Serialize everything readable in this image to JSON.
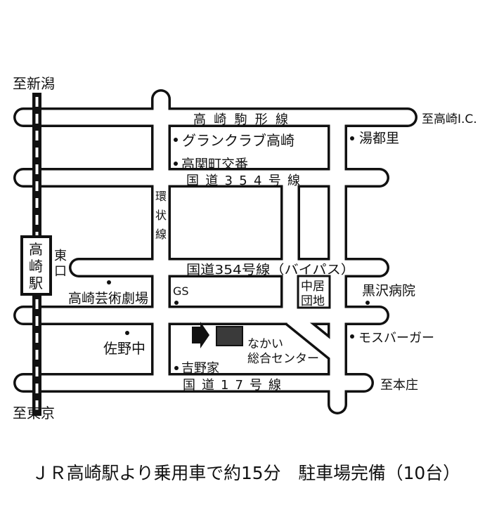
{
  "destinations": {
    "niigata": "至新潟",
    "takasaki_ic": "至高崎I.C.",
    "honjo": "至本庄",
    "tokyo": "至東京"
  },
  "roads": {
    "komagata": "高 崎 駒 形 線",
    "route354": "国 道 3 5 4 号 線",
    "bypass": "国道354号線（バイパス）",
    "route17": "国 道 1 7 号 線",
    "kanjo": [
      "環",
      "状",
      "線"
    ]
  },
  "station": {
    "name": [
      "高",
      "崎",
      "駅"
    ],
    "exit": [
      "東",
      "口"
    ]
  },
  "landmarks": {
    "grand_club": "グランクラブ高崎",
    "koban": "高関町交番",
    "yutori": "湯都里",
    "art_theater": "高崎芸術劇場",
    "gs": "GS",
    "nakai_danchi": [
      "中居",
      "団地"
    ],
    "kurosawa": "黒沢病院",
    "sano_jhs": "佐野中",
    "mos": "モスバーガー",
    "yoshinoya": "吉野家",
    "destination": [
      "なかい",
      "総合センター"
    ]
  },
  "caption": "ＪＲ高崎駅より乗用車で約15分　駐車場完備（10台）",
  "colors": {
    "building": "#3a3a3a",
    "line": "#111111"
  }
}
